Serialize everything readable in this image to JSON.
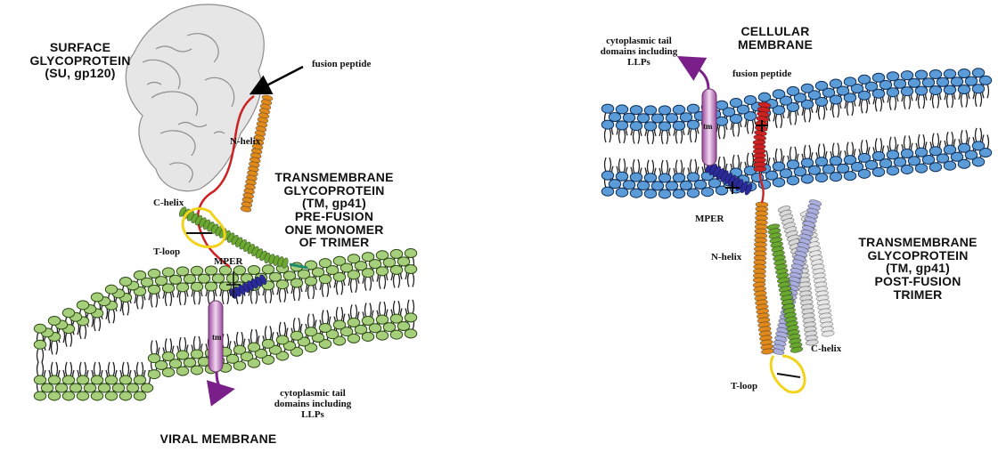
{
  "left_panel": {
    "surface_glycoprotein": [
      "SURFACE",
      "GLYCOPROTEIN",
      "(SU, gp120)"
    ],
    "fusion_peptide": "fusion peptide",
    "n_helix": "N-helix",
    "c_helix": "C-helix",
    "t_loop": "T-loop",
    "mper": "MPER",
    "tm": "tm",
    "transmembrane": [
      "TRANSMEMBRANE",
      "GLYCOPROTEIN",
      "(TM, gp41)",
      "PRE-FUSION",
      "ONE MONOMER",
      "OF TRIMER"
    ],
    "cytoplasmic_tail": [
      "cytoplasmic tail",
      "domains including",
      "LLPs"
    ],
    "membrane_label": "VIRAL MEMBRANE"
  },
  "right_panel": {
    "membrane_label": "CELLULAR MEMBRANE",
    "cytoplasmic_tail": [
      "cytoplasmic tail",
      "domains including",
      "LLPs"
    ],
    "fusion_peptide": "fusion peptide",
    "tm": "tm",
    "mper": "MPER",
    "n_helix": "N-helix",
    "c_helix": "C-helix",
    "t_loop": "T-loop",
    "transmembrane": [
      "TRANSMEMBRANE",
      "GLYCOPROTEIN",
      "(TM, gp41)",
      "POST-FUSION",
      "TRIMER"
    ]
  },
  "colors": {
    "viral_lipid_head": "#a6cf7c",
    "cellular_lipid_head": "#5a9bd8",
    "n_helix": "#e08a1e",
    "c_helix": "#6aa832",
    "fusion_peptide": "#cc2222",
    "mper": "#2a2a9a",
    "tm_segment": "#d8a8d8",
    "t_loop": "#f2d31b",
    "cyto_tail": "#7a1f8a",
    "gp120": "#bdbdbd"
  }
}
